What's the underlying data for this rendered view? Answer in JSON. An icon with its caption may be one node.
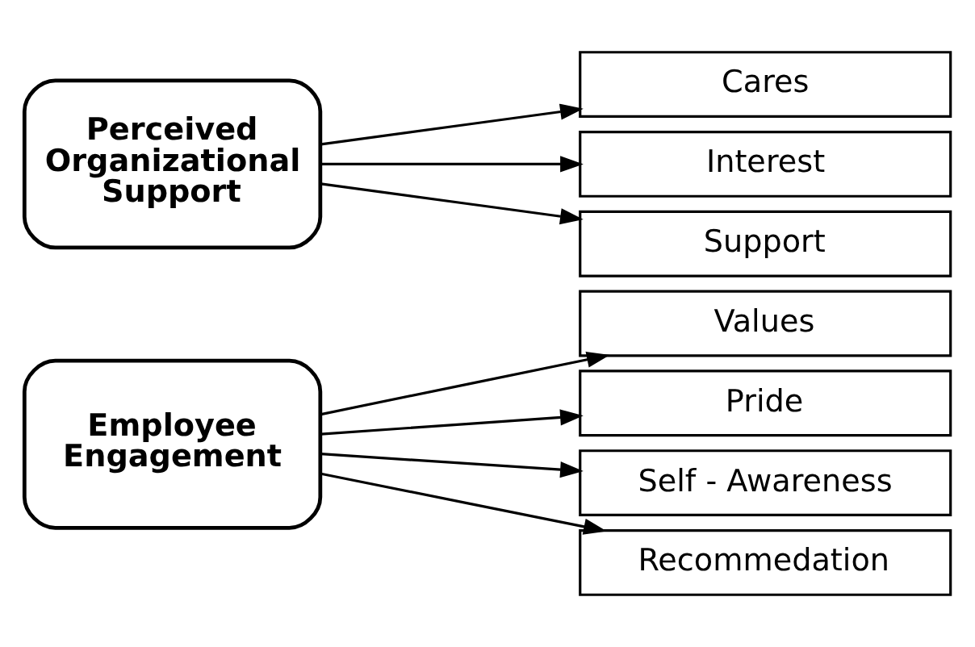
{
  "diagram": {
    "nodes": [
      {
        "text": [
          "Employee Engagement"
        ]
      },
      {
        "text": [
          "Values"
        ]
      },
      {
        "text": [
          "Pride"
        ]
      },
      {
        "text": [
          "Self - Awareness"
        ]
      },
      {
        "text": [
          "Recommedation"
        ]
      },
      {
        "text": [
          "Perceived Organizational Support"
        ]
      },
      {
        "text": [
          "Cares"
        ]
      },
      {
        "text": [
          "Interest"
        ]
      },
      {
        "text": [
          "Support"
        ]
      }
    ],
    "edges": [
      {
        "from": 0,
        "to": 1,
        "arrow": "to"
      },
      {
        "from": 0,
        "to": 2,
        "arrow": "to"
      },
      {
        "from": 0,
        "to": 3,
        "arrow": "to"
      },
      {
        "from": 0,
        "to": 4,
        "arrow": "to"
      },
      {
        "from": 5,
        "to": 6,
        "arrow": "to"
      },
      {
        "from": 5,
        "to": 7,
        "arrow": "to"
      },
      {
        "from": 5,
        "to": 8,
        "arrow": "to"
      }
    ]
  }
}
